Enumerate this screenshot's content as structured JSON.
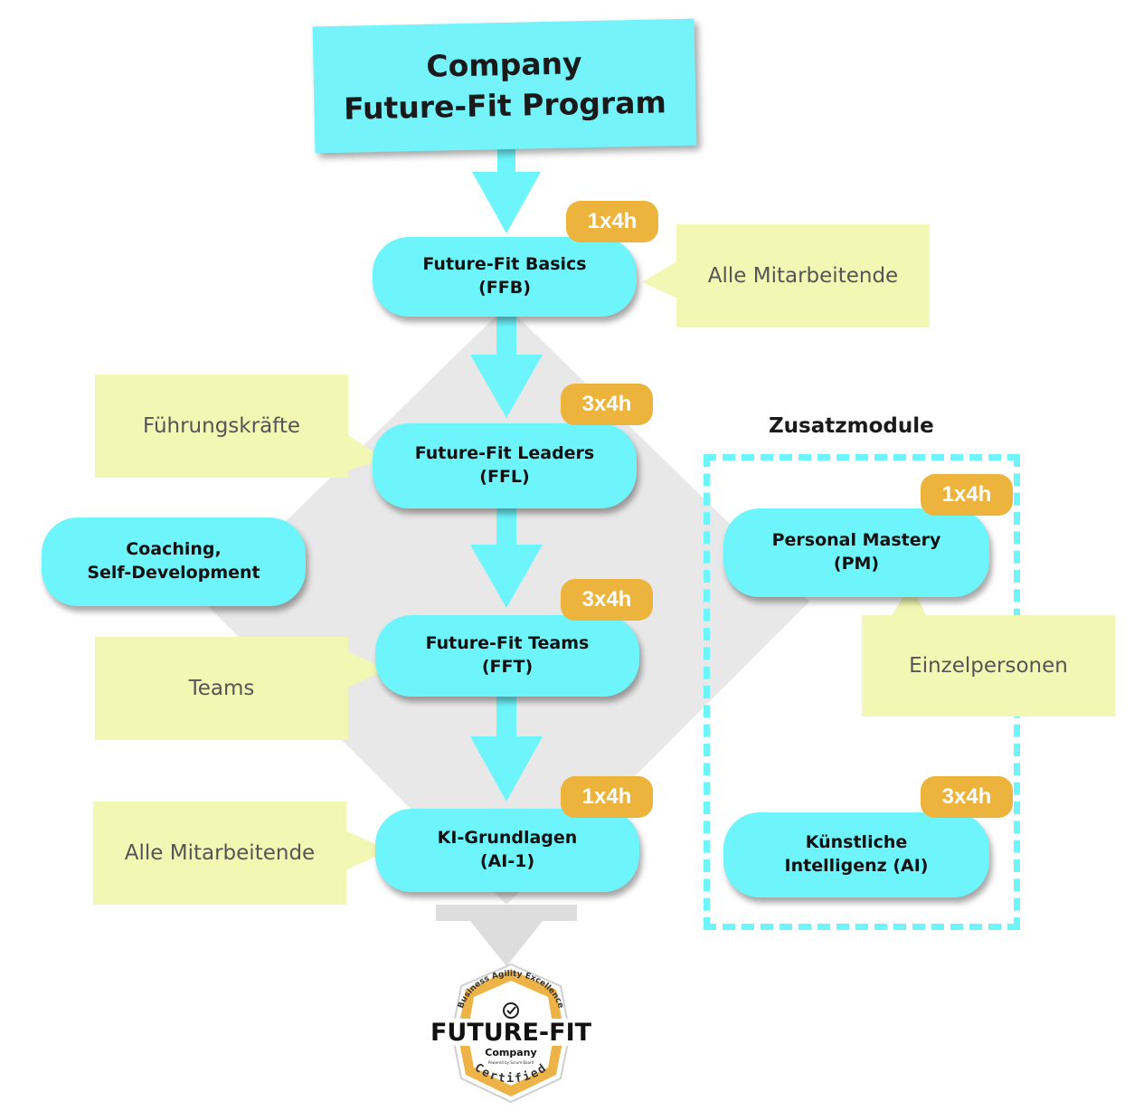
{
  "title": {
    "line1": "Company",
    "line2": "Future-Fit Program"
  },
  "modules": [
    {
      "line1": "Future-Fit Basics",
      "line2": "(FFB)",
      "duration": "1x4h"
    },
    {
      "line1": "Future-Fit Leaders",
      "line2": "(FFL)",
      "duration": "3x4h"
    },
    {
      "line1": "Future-Fit Teams",
      "line2": "(FFT)",
      "duration": "3x4h"
    },
    {
      "line1": "KI-Grundlagen",
      "line2": "(AI-1)",
      "duration": "1x4h"
    }
  ],
  "coaching": {
    "line1": "Coaching,",
    "line2": "Self-Development"
  },
  "notes": {
    "basics_audience": "Alle Mitarbeitende",
    "leaders_audience": "Führungskräfte",
    "teams_audience": "Teams",
    "ki_audience": "Alle Mitarbeitende",
    "pm_audience": "Einzelpersonen"
  },
  "addons": {
    "title": "Zusatzmodule",
    "items": [
      {
        "line1": "Personal Mastery",
        "line2": "(PM)",
        "duration": "1x4h"
      },
      {
        "line1": "Künstliche",
        "line2": "Intelligenz (AI)",
        "duration": "3x4h"
      }
    ]
  },
  "badge_logo": {
    "arc_text": "Business Agility Excellence",
    "main": "FUTURE-FIT",
    "sub": "Company",
    "tiny": "Powered by Scrum Board",
    "certified": "Certified"
  },
  "colors": {
    "cyan": "#6df5fb",
    "gold": "#ecb43c",
    "note": "#f3f7b4",
    "gray": "#e6e6e6"
  }
}
